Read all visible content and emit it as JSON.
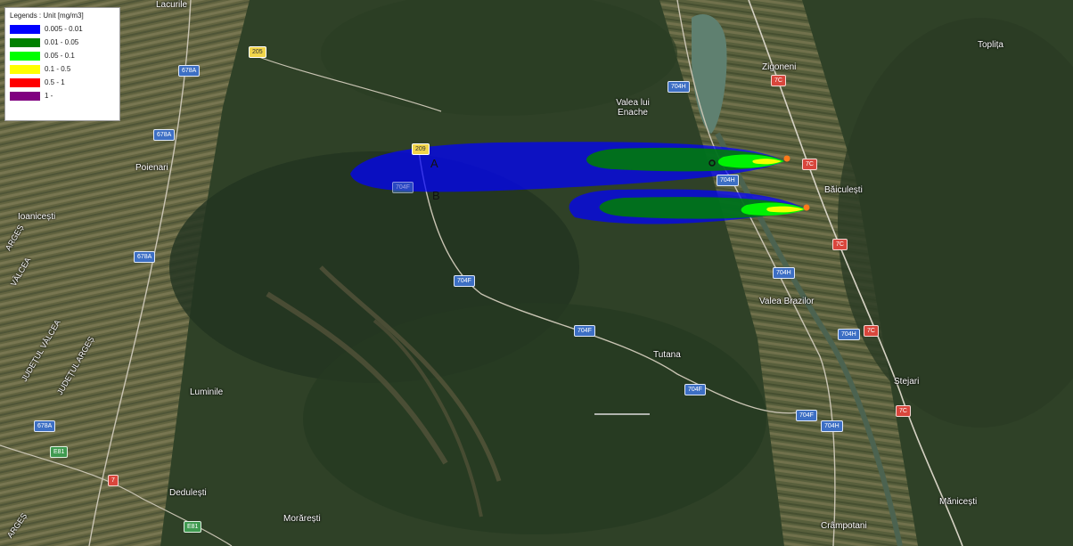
{
  "legend": {
    "title": "Legends : Unit [mg/m3]",
    "items": [
      {
        "range": "0.005 - 0.01",
        "color": "#0000ff"
      },
      {
        "range": "0.01 - 0.05",
        "color": "#008000"
      },
      {
        "range": "0.05 - 0.1",
        "color": "#00ff00"
      },
      {
        "range": "0.1 - 0.5",
        "color": "#ffff00"
      },
      {
        "range": "0.5 - 1",
        "color": "#ff0000"
      },
      {
        "range": "1 -",
        "color": "#800080"
      }
    ]
  },
  "plume_labels": {
    "a": "A",
    "b": "B"
  },
  "places": {
    "lacurile": "Lacurile",
    "poienari": "Poienari",
    "ioanicesti": "Ioanicești",
    "valea_lui_enache": "Valea lui Enache",
    "zigoneni": "Zigoneni",
    "toplita": "Toplița",
    "baiculesti": "Băiculești",
    "valea_brazilor": "Valea Brazilor",
    "tutana": "Tutana",
    "stejari": "Stejari",
    "luminile": "Luminile",
    "dedulesti": "Dedulești",
    "morarest": "Morărești",
    "crampotani": "Crâmpotani",
    "manicesti": "Mănicești",
    "arges_left": "ARGEȘ",
    "valcea_left": "VÂLCEA",
    "judetul_valcea": "JUDEȚUL VÂLCEA",
    "judetul_arges": "JUDEȚUL ARGEȘ",
    "arges_bottom": "ARGEȘ"
  },
  "roads": {
    "r678a_1": "678A",
    "r678a_2": "678A",
    "r678a_3": "678A",
    "r678a_4": "678A",
    "r205": "205",
    "r209": "209",
    "r704h_1": "704H",
    "r704h_2": "704H",
    "r704h_3": "704H",
    "r704h_4": "704H",
    "r704h_5": "704H",
    "r704f_1": "704F",
    "r704f_2": "704F",
    "r704f_3": "704F",
    "r704f_4": "704F",
    "r704f_5": "704F",
    "r7c_1": "7C",
    "r7c_2": "7C",
    "r7c_3": "7C",
    "r7c_4": "7C",
    "r7c_5": "7C",
    "e81_1": "E81",
    "e81_2": "E81",
    "r7": "7"
  }
}
